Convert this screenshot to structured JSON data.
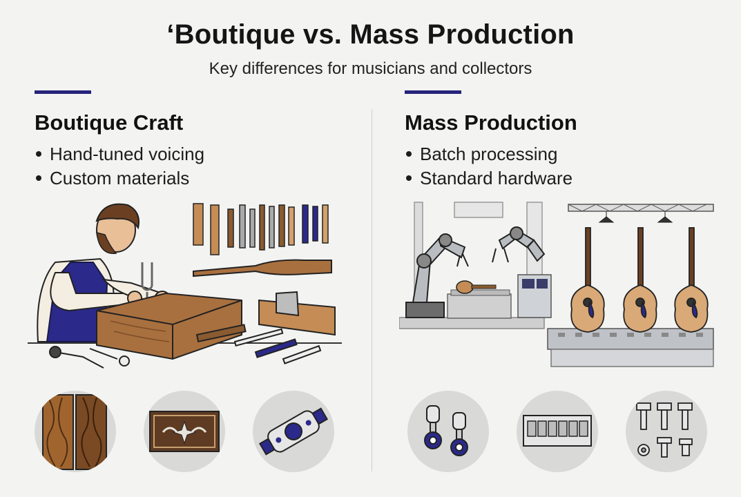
{
  "header": {
    "title": "‘Boutique vs. Mass Production",
    "subtitle": "Key differences for musicians and collectors"
  },
  "boutique": {
    "heading": "Boutique Craft",
    "bullets": [
      "Hand-tuned voicing",
      "Custom materials"
    ],
    "icons": [
      "craftsman-illustration",
      "wood-grain-icon",
      "inlay-plaque-icon",
      "bridge-hardware-icon"
    ]
  },
  "mass": {
    "heading": "Mass Production",
    "bullets": [
      "Batch processing",
      "Standard hardware"
    ],
    "icons": [
      "factory-robots-illustration",
      "tuning-pegs-icon",
      "bridge-saddles-icon",
      "screws-icon"
    ]
  },
  "colors": {
    "accent": "#25237a",
    "background": "#f3f3f2",
    "wood": "#a9703f",
    "circle": "#d9d9d8"
  }
}
